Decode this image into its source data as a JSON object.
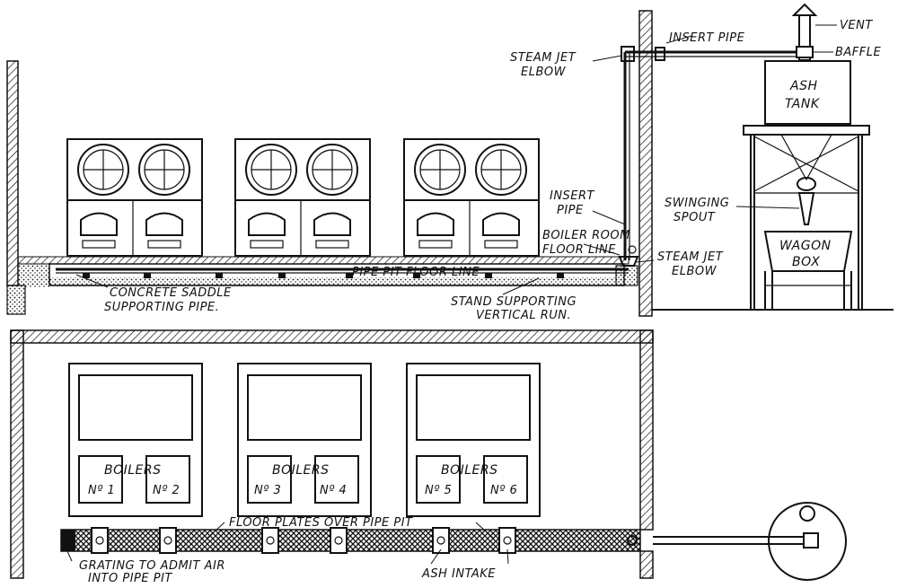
{
  "elevation_labels": {
    "vent": "VENT",
    "insert_pipe_top": "INSERT PIPE",
    "baffle": "BAFFLE",
    "steam_jet_elbow_top_1": "STEAM JET",
    "steam_jet_elbow_top_2": "ELBOW",
    "ash_tank_1": "ASH",
    "ash_tank_2": "TANK",
    "insert_pipe_mid_1": "INSERT",
    "insert_pipe_mid_2": "PIPE",
    "swinging_spout_1": "SWINGING",
    "swinging_spout_2": "SPOUT",
    "boiler_room_floor_1": "BOILER ROOM",
    "boiler_room_floor_2": "FLOOR LINE",
    "wagon_box_1": "WAGON",
    "wagon_box_2": "BOX",
    "steam_jet_elbow_low_1": "STEAM JET",
    "steam_jet_elbow_low_2": "ELBOW",
    "pipe_pit_floor_line": "PIPE PIT FLOOR LINE",
    "concrete_saddle_1": "CONCRETE SADDLE",
    "concrete_saddle_2": "SUPPORTING PIPE.",
    "stand_supporting_1": "STAND SUPPORTING",
    "stand_supporting_2": "VERTICAL RUN."
  },
  "plan_labels": {
    "boilers_word": "BOILERS",
    "boilers": [
      {
        "left": "Nº 1",
        "right": "Nº 2"
      },
      {
        "left": "Nº 3",
        "right": "Nº 4"
      },
      {
        "left": "Nº 5",
        "right": "Nº 6"
      }
    ],
    "floor_plates": "FLOOR PLATES OVER PIPE PIT",
    "grating_1": "GRATING TO ADMIT AIR",
    "grating_2": "INTO PIPE PIT",
    "ash_intake": "ASH INTAKE"
  }
}
